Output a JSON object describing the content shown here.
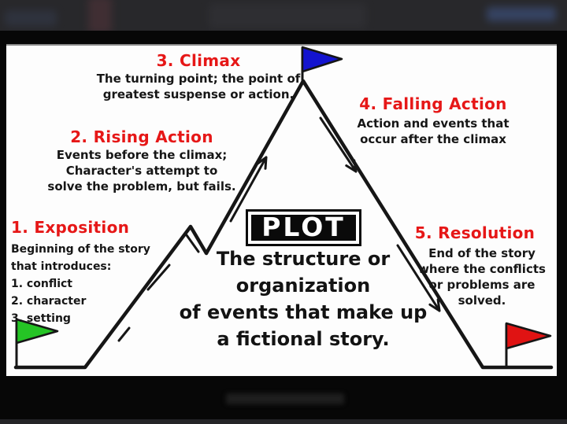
{
  "diagram": {
    "plot_label": "PLOT",
    "definition": [
      "The structure or",
      "organization",
      "of events that make up",
      "a fictional story."
    ],
    "stages": {
      "exposition": {
        "heading": "1. Exposition",
        "lines": [
          "Beginning of the story",
          "that introduces:",
          "1. conflict",
          "2. character",
          "3. setting"
        ]
      },
      "rising": {
        "heading": "2. Rising Action",
        "lines": [
          "Events before the climax;",
          "Character's attempt to",
          "solve the problem, but fails."
        ]
      },
      "climax": {
        "heading": "3. Climax",
        "lines": [
          "The turning point; the point of",
          "greatest suspense or action."
        ]
      },
      "falling": {
        "heading": "4. Falling Action",
        "lines": [
          "Action and events that",
          "occur after the climax"
        ]
      },
      "resolution": {
        "heading": "5. Resolution",
        "lines": [
          "End of the story",
          "where the conflicts",
          "or problems are",
          "solved."
        ]
      }
    },
    "flags": {
      "start": {
        "color": "#25c425"
      },
      "climax": {
        "color": "#1414cf"
      },
      "end": {
        "color": "#e01313"
      }
    },
    "colors": {
      "heading_red": "#e61717",
      "text_black": "#161616",
      "canvas_white": "#fdfdfd",
      "frame_black": "#000000",
      "top_bar_gray": "#28282b"
    }
  }
}
